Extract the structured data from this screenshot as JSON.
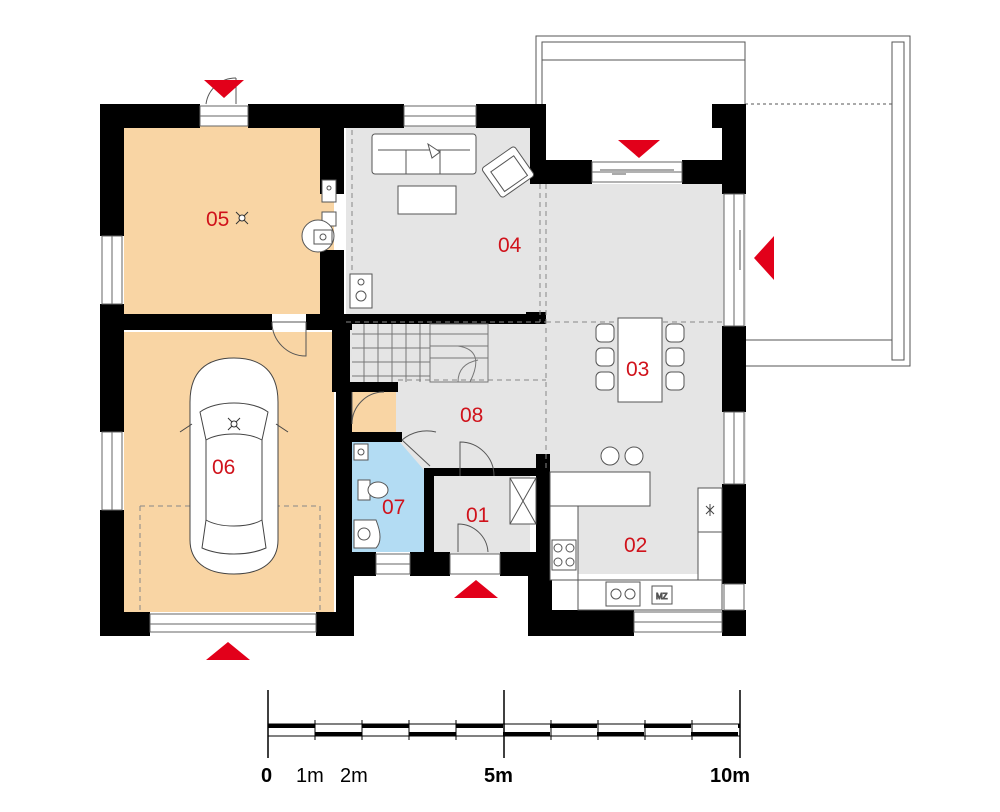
{
  "rooms": {
    "r01": "01",
    "r02": "02",
    "r03": "03",
    "r04": "04",
    "r05": "05",
    "r06": "06",
    "r07": "07",
    "r08": "08"
  },
  "appliance_label": "MZ",
  "scale": {
    "zero": "0",
    "one": "1m",
    "two": "2m",
    "five": "5m",
    "ten": "10m"
  },
  "colors": {
    "wall": "#000000",
    "living_floor": "#e5e5e5",
    "utility_floor": "#f9d5a4",
    "wc_floor": "#b3dcf3",
    "entrance_arrow": "#e2001a",
    "room_number": "#d0121b"
  }
}
